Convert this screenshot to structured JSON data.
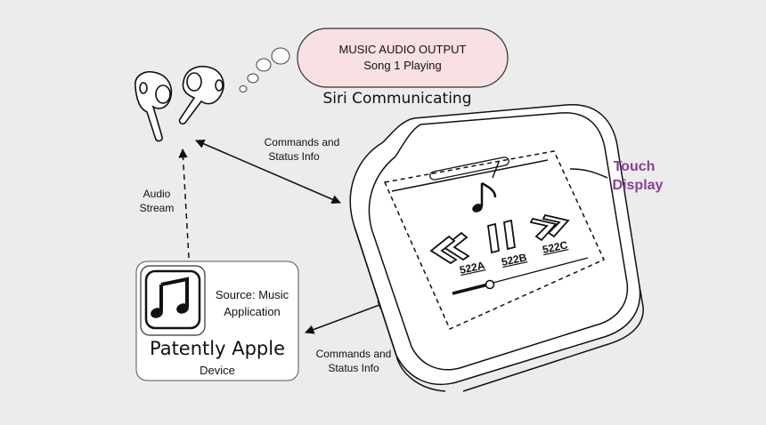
{
  "bubble": {
    "line1": "MUSIC AUDIO OUTPUT",
    "line2": "Song 1 Playing",
    "fill": "#f8e0e3"
  },
  "siri_label": "Siri Communicating",
  "commands_top": {
    "line1": "Commands and",
    "line2": "Status Info"
  },
  "commands_bottom": {
    "line1": "Commands and",
    "line2": "Status Info"
  },
  "audio_stream": {
    "line1": "Audio",
    "line2": "Stream"
  },
  "touch_display": {
    "line1": "Touch",
    "line2": "Display",
    "color": "#8a3f9a"
  },
  "device_box": {
    "source_line1": "Source: Music",
    "source_line2": "Application",
    "brand": "Patently Apple",
    "caption": "Device"
  },
  "case_controls": {
    "prev_label": "522A",
    "pause_label": "522B",
    "next_label": "522C"
  },
  "icons": [
    "music-note-icon",
    "music-app-icon",
    "rewind-icon",
    "pause-icon",
    "fast-forward-icon",
    "airpods-icon"
  ]
}
